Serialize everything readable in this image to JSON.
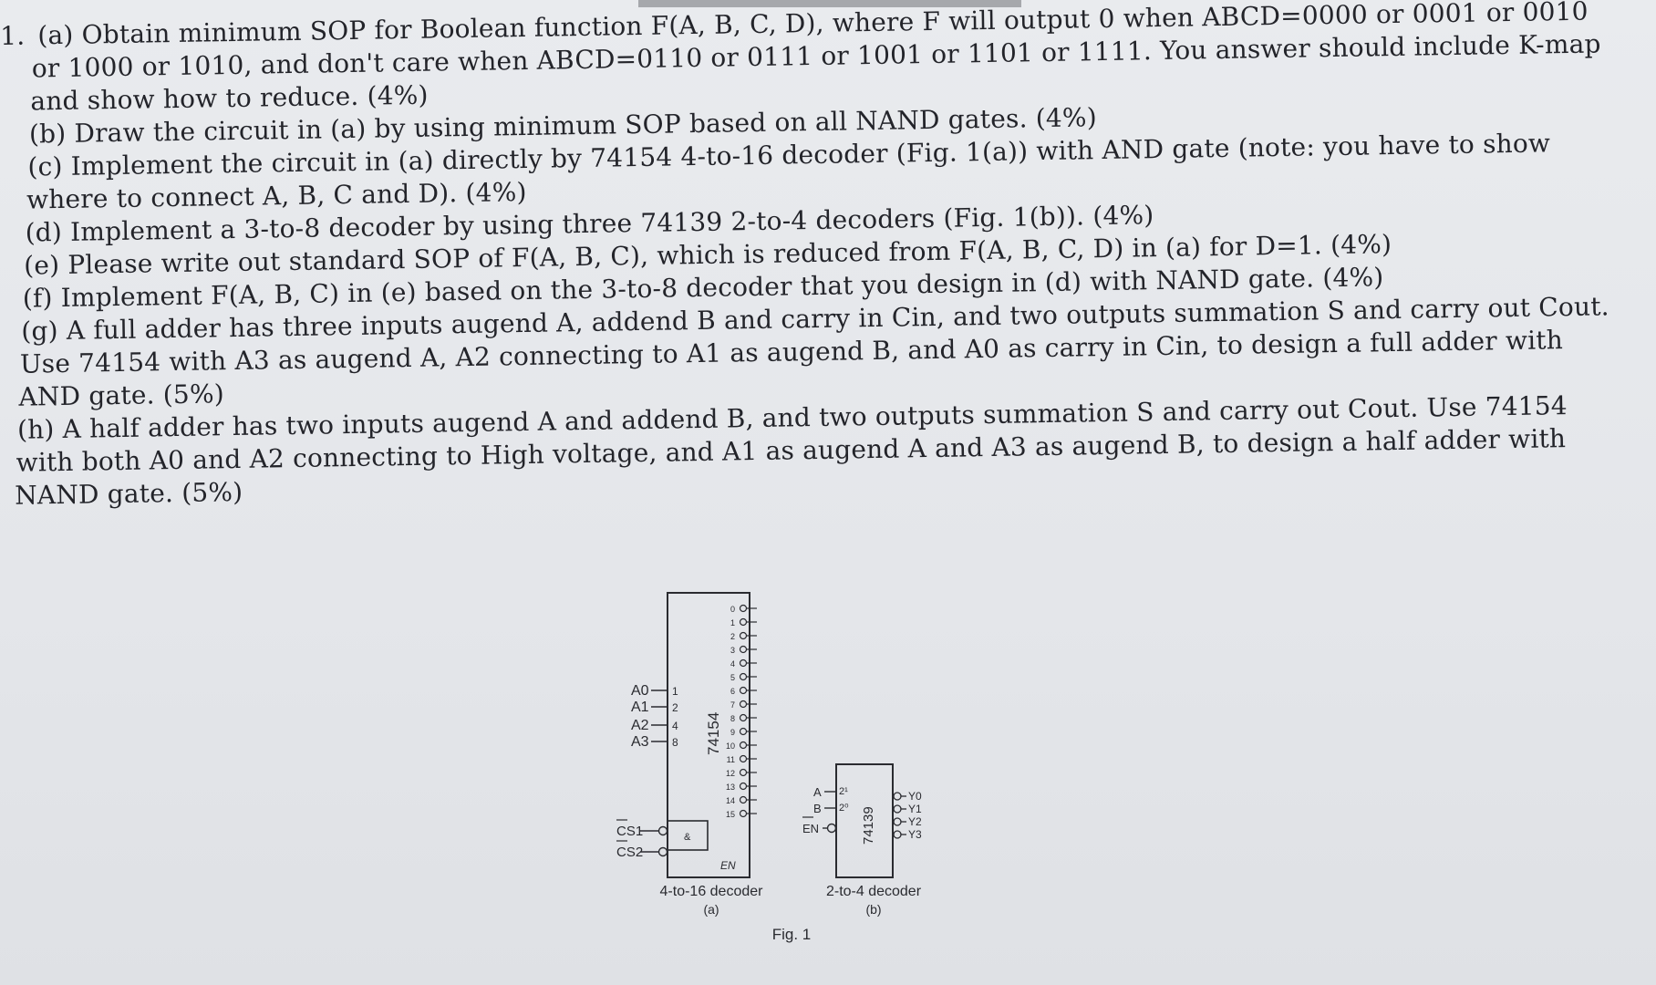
{
  "header": {
    "question_number": "1."
  },
  "question": {
    "lines": [
      "(a) Obtain minimum SOP for Boolean function F(A, B, C, D), where F will output 0 when ABCD=0000 or 0001 or 0010",
      "or 1000 or 1010, and don't care when ABCD=0110 or 0111 or 1001 or 1101 or 1111. You answer should include K-map",
      "and show how to reduce. (4%)",
      "(b) Draw the circuit in (a) by using minimum SOP based on all NAND gates. (4%)",
      "(c) Implement the circuit in (a) directly by 74154 4-to-16 decoder (Fig. 1(a)) with AND gate (note: you have to show",
      "where to connect A, B, C and D). (4%)",
      "(d) Implement a 3-to-8 decoder by using three 74139 2-to-4 decoders (Fig. 1(b)). (4%)",
      "(e) Please write out standard SOP of F(A, B, C), which is reduced from F(A, B, C, D) in (a) for D=1. (4%)",
      "(f) Implement F(A, B, C) in (e) based on the 3-to-8 decoder that you design in (d) with NAND gate. (4%)",
      "(g) A full adder has three inputs augend A, addend B and carry in Cin, and two outputs summation S and carry out Cout.",
      "Use 74154 with A3 as augend A, A2 connecting to A1 as augend B, and A0 as carry in Cin, to design a full adder with",
      "AND gate. (5%)",
      "(h) A half adder has two inputs augend A and addend B, and two outputs summation S and carry out Cout. Use 74154",
      "with both A0 and A2 connecting to High voltage, and A1 as augend A and A3 as augend B, to design a half adder with",
      "NAND gate. (5%)"
    ]
  },
  "figure": {
    "decoder_a": {
      "chip_label": "74154",
      "inputs": [
        "A0",
        "A1",
        "A2",
        "A3"
      ],
      "weights": [
        "1",
        "2",
        "4",
        "8"
      ],
      "outputs": [
        "0",
        "1",
        "2",
        "3",
        "4",
        "5",
        "6",
        "7",
        "8",
        "9",
        "10",
        "11",
        "12",
        "13",
        "14",
        "15"
      ],
      "enable_inputs": [
        "CS1",
        "CS2"
      ],
      "and_symbol": "&",
      "enable_label": "EN",
      "caption": "4-to-16 decoder",
      "sub_caption": "(a)"
    },
    "decoder_b": {
      "chip_label": "74139",
      "inputs": [
        "A",
        "B"
      ],
      "weights": [
        "2¹",
        "2⁰"
      ],
      "enable_label": "EN",
      "outputs": [
        "Y0",
        "Y1",
        "Y2",
        "Y3"
      ],
      "caption": "2-to-4 decoder",
      "sub_caption": "(b)"
    },
    "caption": "Fig. 1"
  }
}
